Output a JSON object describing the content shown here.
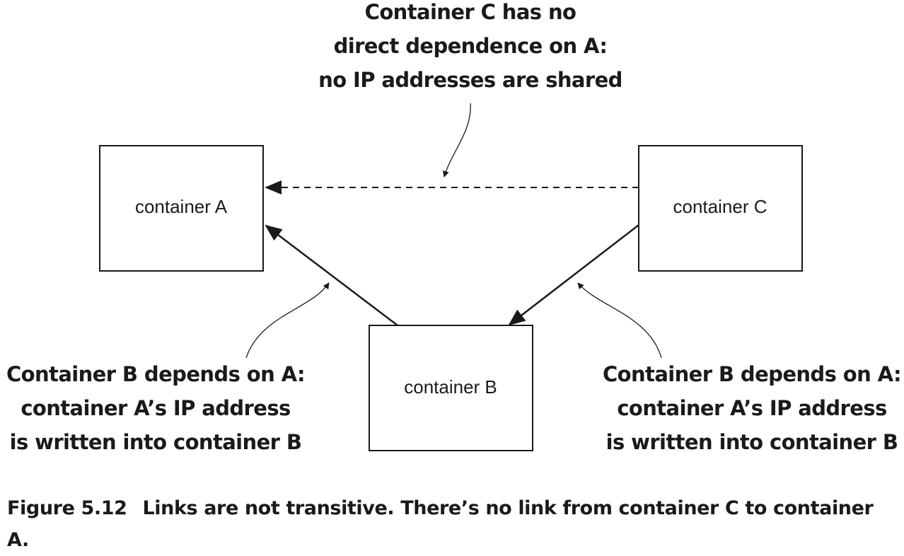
{
  "boxes": {
    "a": "container A",
    "b": "container B",
    "c": "container C"
  },
  "annotations": {
    "top": {
      "line1": "Container C has no",
      "line2": "direct dependence on A:",
      "line3": "no IP addresses are shared"
    },
    "left": {
      "line1": "Container B depends on A:",
      "line2": "container A’s IP address",
      "line3": "is written into container B"
    },
    "right": {
      "line1": "Container B depends on A:",
      "line2": "container A’s IP address",
      "line3": "is written into container B"
    }
  },
  "caption": {
    "number": "Figure 5.12",
    "text": "Links are not transitive. There’s no link from container C to container A."
  }
}
